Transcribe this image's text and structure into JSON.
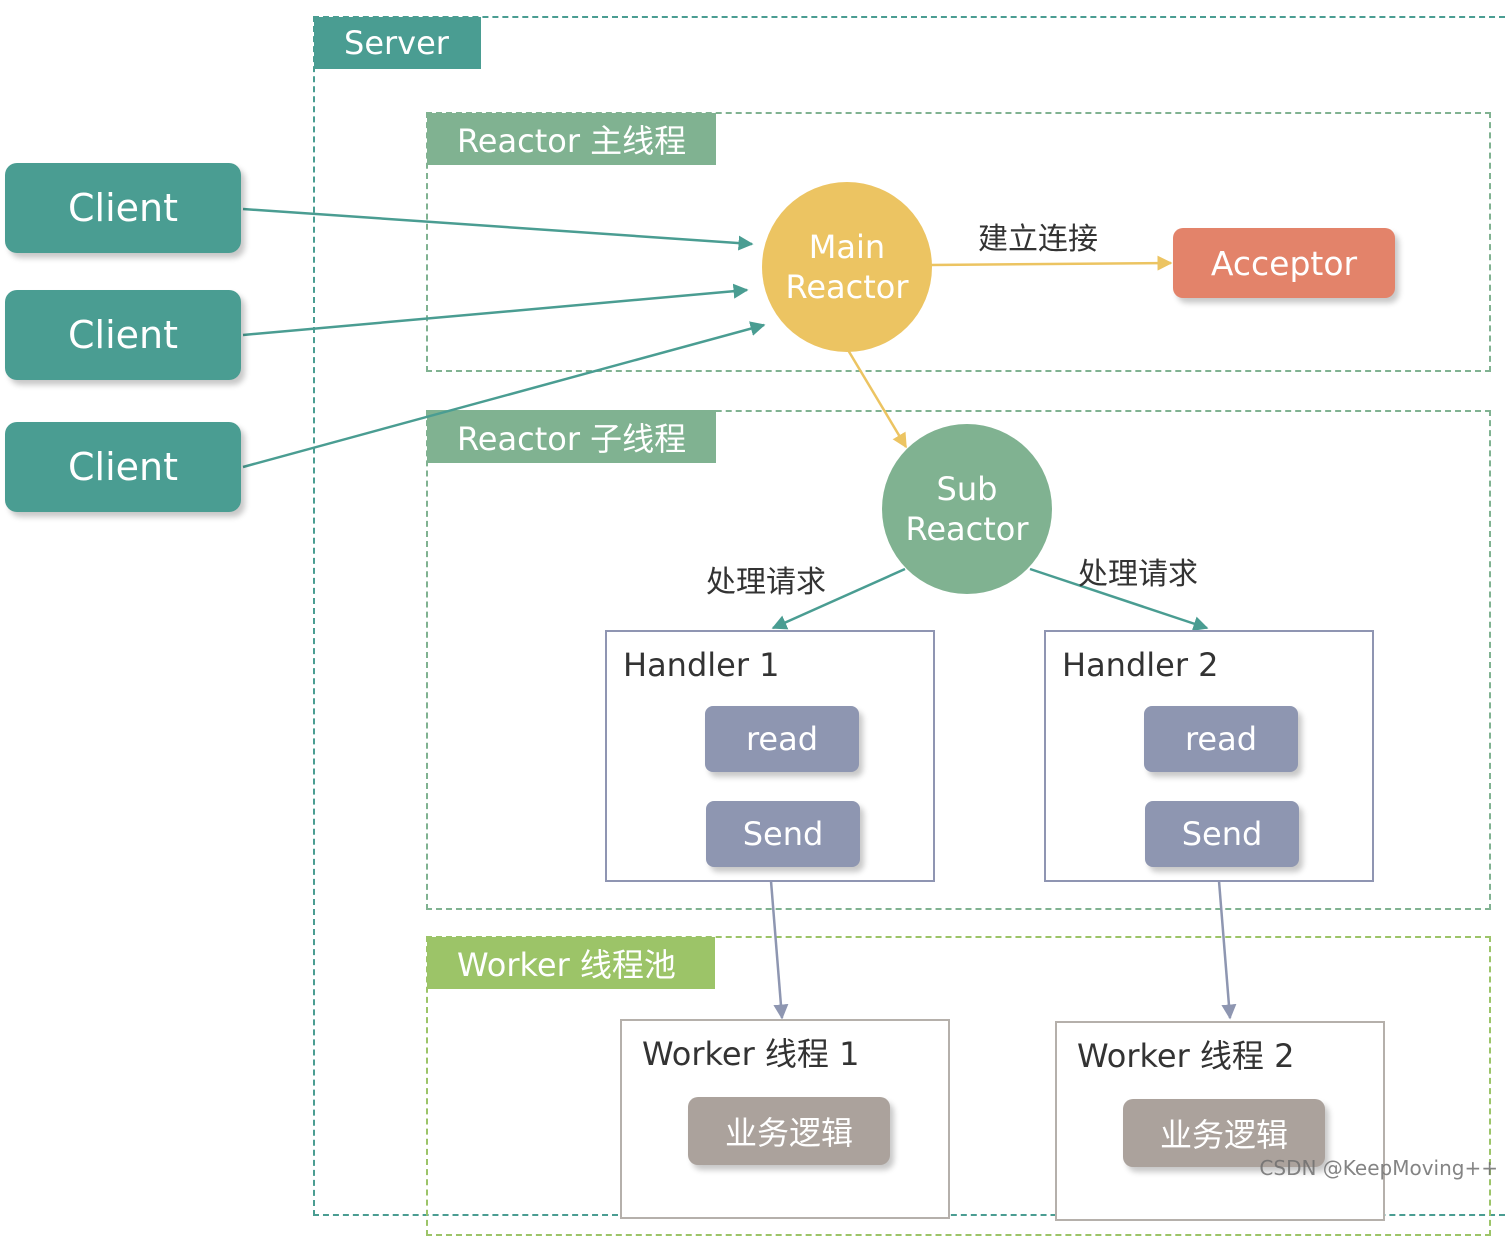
{
  "server": {
    "label": "Server"
  },
  "main_reactor_group": {
    "label": "Reactor 主线程"
  },
  "sub_reactor_group": {
    "label": "Reactor 子线程"
  },
  "worker_group": {
    "label": "Worker 线程池"
  },
  "clients": [
    "Client",
    "Client",
    "Client"
  ],
  "main_reactor": {
    "line1": "Main",
    "line2": "Reactor"
  },
  "acceptor": {
    "label": "Acceptor"
  },
  "edge_labels": {
    "connect": "建立连接",
    "handle_left": "处理请求",
    "handle_right": "处理请求"
  },
  "sub_reactor": {
    "line1": "Sub",
    "line2": "Reactor"
  },
  "handlers": [
    {
      "title": "Handler 1",
      "read": "read",
      "send": "Send"
    },
    {
      "title": "Handler 2",
      "read": "read",
      "send": "Send"
    }
  ],
  "workers": [
    {
      "title": "Worker 线程 1",
      "logic": "业务逻辑"
    },
    {
      "title": "Worker 线程 2",
      "logic": "业务逻辑"
    }
  ],
  "watermark": "CSDN @KeepMoving++",
  "colors": {
    "teal": "#4a9d92",
    "sage": "#80b291",
    "green": "#9cc468",
    "yellow": "#ecc462",
    "orange": "#e3836a",
    "slate": "#8e96b1",
    "taupe": "#aba29c"
  }
}
